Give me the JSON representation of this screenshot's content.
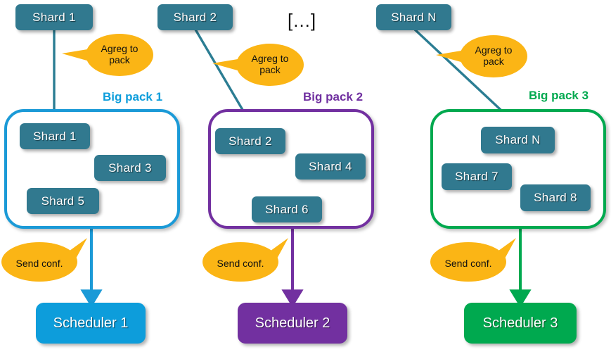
{
  "diagram": {
    "ellipsis": "[...]",
    "colors": {
      "shard_fill": "#31798f",
      "pack1": "#0d9ddb",
      "pack2": "#7030a0",
      "pack3": "#00a94f",
      "callout_fill": "#fbb515",
      "arrow_teal": "#2b7d93",
      "background": "#ffffff"
    },
    "source_shards": [
      {
        "label": "Shard 1"
      },
      {
        "label": "Shard 2"
      },
      {
        "label": "Shard N"
      }
    ],
    "agreg_callouts": [
      {
        "line1": "Agreg to",
        "line2": "pack"
      },
      {
        "line1": "Agreg to",
        "line2": "pack"
      },
      {
        "line1": "Agreg to",
        "line2": "pack"
      }
    ],
    "packs": [
      {
        "title": "Big pack 1",
        "accent": "#0d9ddb",
        "shards": [
          {
            "label": "Shard 1"
          },
          {
            "label": "Shard 3"
          },
          {
            "label": "Shard 5"
          }
        ]
      },
      {
        "title": "Big pack 2",
        "accent": "#7030a0",
        "shards": [
          {
            "label": "Shard 2"
          },
          {
            "label": "Shard 4"
          },
          {
            "label": "Shard 6"
          }
        ]
      },
      {
        "title": "Big pack 3",
        "accent": "#00a94f",
        "shards": [
          {
            "label": "Shard N"
          },
          {
            "label": "Shard 7"
          },
          {
            "label": "Shard 8"
          }
        ]
      }
    ],
    "send_callouts": [
      {
        "label": "Send conf."
      },
      {
        "label": "Send conf."
      },
      {
        "label": "Send conf."
      }
    ],
    "schedulers": [
      {
        "label": "Scheduler 1",
        "accent": "#0d9ddb"
      },
      {
        "label": "Scheduler 2",
        "accent": "#7030a0"
      },
      {
        "label": "Scheduler 3",
        "accent": "#00a94f"
      }
    ]
  }
}
